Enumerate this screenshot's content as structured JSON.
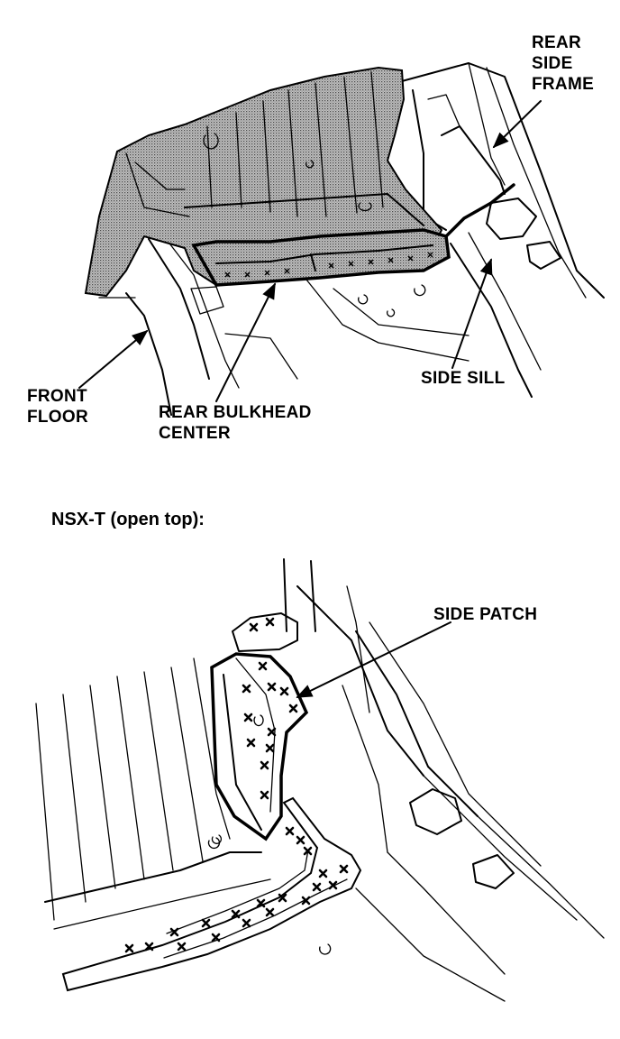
{
  "labels": {
    "rear_side_frame": [
      "REAR",
      "SIDE",
      "FRAME"
    ],
    "front_floor": [
      "FRONT",
      "FLOOR"
    ],
    "rear_bulkhead_center": [
      "REAR BULKHEAD",
      "CENTER"
    ],
    "side_sill": "SIDE SILL",
    "subtitle": "NSX-T (open top):",
    "side_patch": "SIDE PATCH"
  },
  "colors": {
    "ink": "#000000",
    "shade": "#9a9a9a",
    "paper": "#ffffff"
  }
}
